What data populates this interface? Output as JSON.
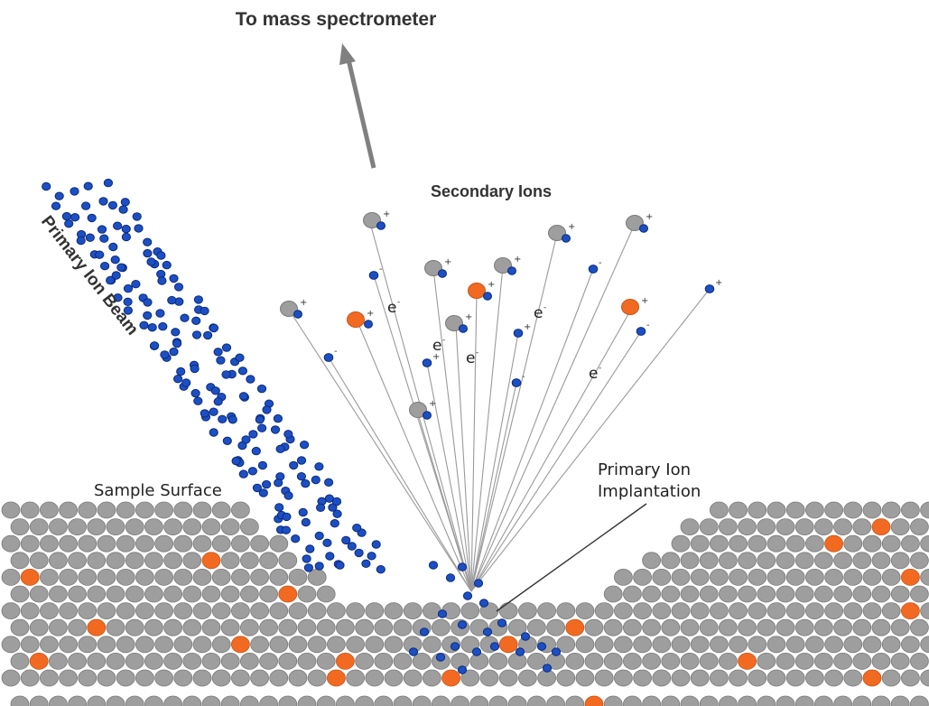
{
  "labels": {
    "mass_spec": "To mass spectrometer",
    "secondary_ions": "Secondary Ions",
    "primary_beam": "Primary Ion Beam",
    "sample_surface": "Sample Surface",
    "implantation_line1": "Primary Ion",
    "implantation_line2": "Implantation",
    "electron": "e",
    "plus": "+",
    "minus": "-"
  },
  "colors": {
    "atom_gray": "#9e9e9e",
    "atom_gray_edge": "#7a7a7a",
    "atom_orange": "#f26a21",
    "ion_blue": "#1d4fc4",
    "ion_blue_edge": "#0a2a7a",
    "ray": "#9a9a9a",
    "arrow": "#808080"
  },
  "icons": {
    "arrow": "up-arrow-icon"
  }
}
